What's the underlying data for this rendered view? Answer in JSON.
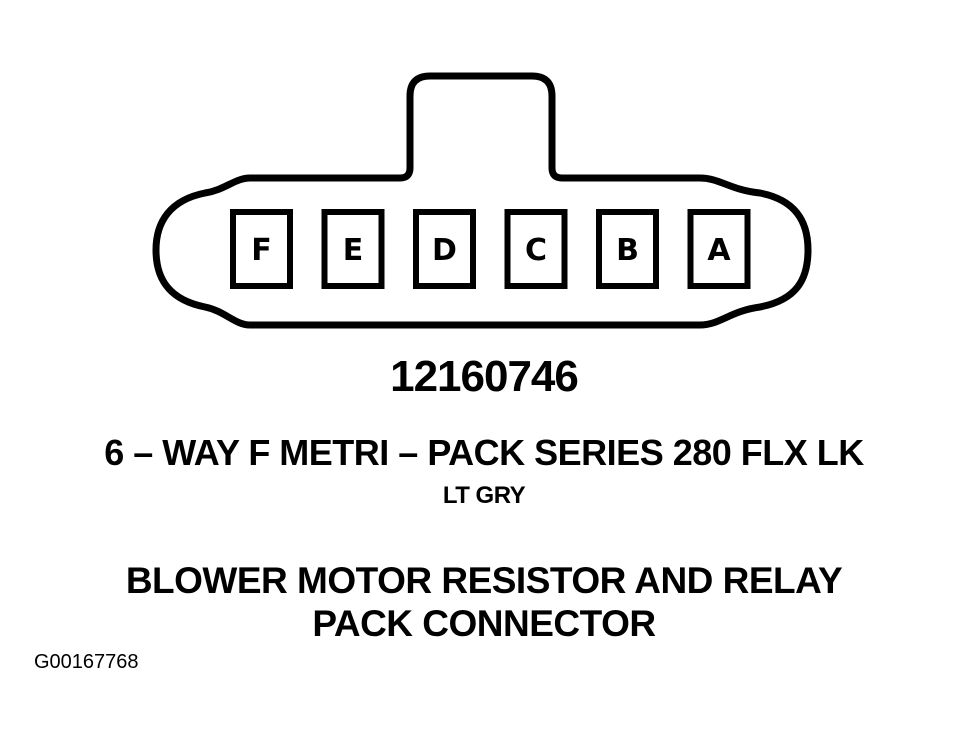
{
  "connector": {
    "pins": [
      "F",
      "E",
      "D",
      "C",
      "B",
      "A"
    ],
    "part_number": "12160746",
    "spec": "6 – WAY F METRI – PACK SERIES 280 FLX LK",
    "color": "LT GRY"
  },
  "title": {
    "line1": "BLOWER MOTOR RESISTOR AND RELAY",
    "line2": "PACK CONNECTOR"
  },
  "figure_id": "G00167768",
  "colors": {
    "ink": "#000000",
    "background": "#ffffff"
  }
}
